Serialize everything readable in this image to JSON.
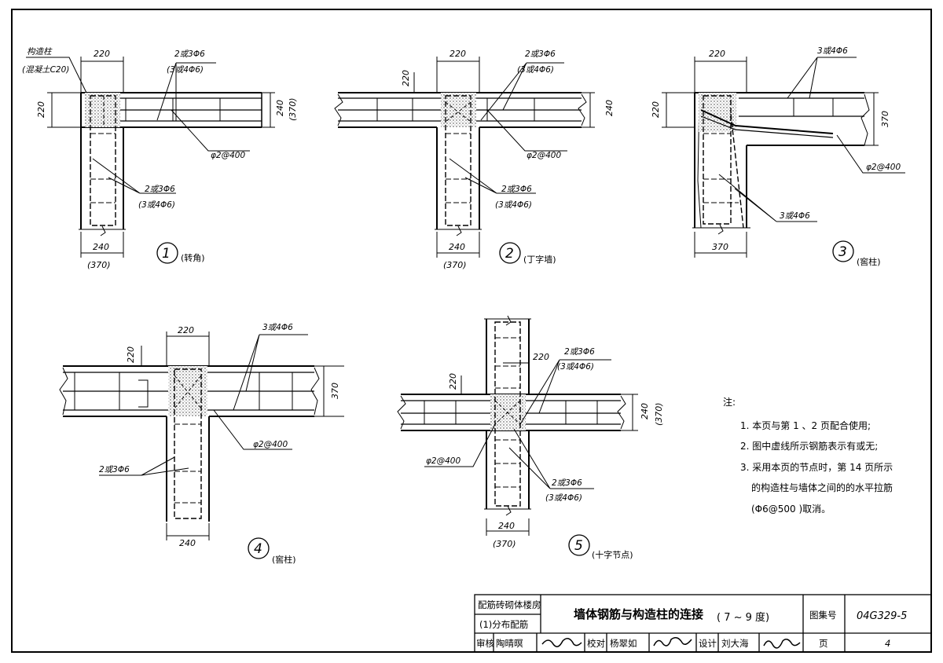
{
  "colors": {
    "ink": "#000000",
    "paper": "#ffffff",
    "concrete_fill": "#d0d0d0"
  },
  "details": {
    "d1": {
      "label_gzz": "构造柱",
      "label_concrete": "(混凝土C20)",
      "dim_top": "220",
      "dim_left": "220",
      "dim_right_a": "240",
      "dim_right_b": "(370)",
      "dim_bottom_a": "240",
      "dim_bottom_b": "(370)",
      "rebar_top_a": "2或3Φ6",
      "rebar_top_b": "(3或4Φ6)",
      "rebar_side_a": "2或3Φ6",
      "rebar_side_b": "(3或4Φ6)",
      "tie": "φ2@400",
      "num": "1",
      "caption": "(转角)"
    },
    "d2": {
      "dim_top": "220",
      "dim_left": "220",
      "dim_right": "240",
      "dim_bottom_a": "240",
      "dim_bottom_b": "(370)",
      "rebar_top_a": "2或3Φ6",
      "rebar_top_b": "(3或4Φ6)",
      "rebar_side_a": "2或3Φ6",
      "rebar_side_b": "(3或4Φ6)",
      "tie": "φ2@400",
      "num": "2",
      "caption": "(丁字墙)"
    },
    "d3": {
      "dim_top": "220",
      "dim_left": "220",
      "dim_right": "370",
      "dim_bottom": "370",
      "rebar_top": "3或4Φ6",
      "rebar_side": "3或4Φ6",
      "tie": "φ2@400",
      "num": "3",
      "caption": "(窖柱)"
    },
    "d4": {
      "dim_top": "220",
      "dim_left": "220",
      "dim_right": "370",
      "dim_bottom": "240",
      "rebar_top": "3或4Φ6",
      "rebar_side": "2或3Φ6",
      "tie": "φ2@400",
      "num": "4",
      "caption": "(窖柱)"
    },
    "d5": {
      "dim_top": "220",
      "dim_left": "220",
      "dim_right_a": "240",
      "dim_right_b": "(370)",
      "dim_bottom_a": "240",
      "dim_bottom_b": "(370)",
      "rebar_top_a": "2或3Φ6",
      "rebar_top_b": "(3或4Φ6)",
      "rebar_bot_a": "2或3Φ6",
      "rebar_bot_b": "(3或4Φ6)",
      "tie": "φ2@400",
      "num": "5",
      "caption": "(十字节点)"
    }
  },
  "notes": {
    "heading": "注:",
    "n1": "1. 本页与第  1 、2 页配合使用;",
    "n2": "2. 图中虚线所示钢筋表示有或无;",
    "n3a": "3. 采用本页的节点时，第 14 页所示",
    "n3b": "的构造柱与墙体之间的的水平拉筋",
    "n3c": "(Φ6@500 )取消。"
  },
  "title_block": {
    "series_a": "配筋砖砌体楼房",
    "series_b": "(1)分布配筋",
    "title": "墙体钢筋与构造柱的连接",
    "title_suffix": "( 7 ~ 9 度)",
    "atlas_label": "图集号",
    "atlas_no": "04G329-5",
    "review_label": "审核",
    "review_name": "陶晴暝",
    "check_label": "校对",
    "check_name": "杨翠如",
    "design_label": "设计",
    "design_name": "刘大海",
    "page_label": "页",
    "page_no": "4"
  }
}
